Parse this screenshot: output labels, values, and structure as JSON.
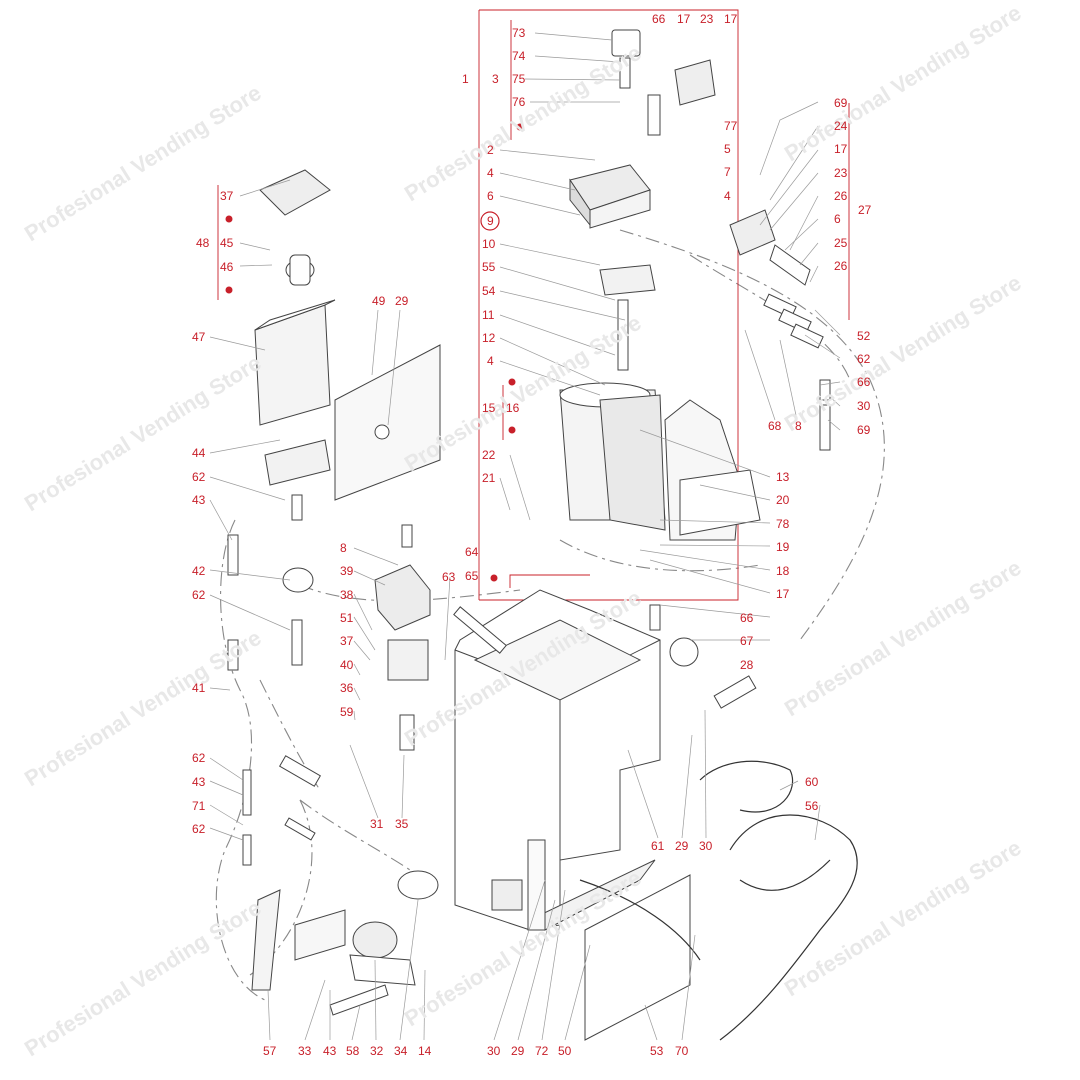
{
  "watermark": "Profesional Vending Store",
  "colors": {
    "label": "#c8202a",
    "line": "#333333",
    "leader": "#999999",
    "watermark": "#e6e6e6",
    "bracket": "#c8202a"
  },
  "labels": {
    "n73": "73",
    "n74": "74",
    "n75": "75",
    "n76": "76",
    "n66a": "66",
    "n17a": "17",
    "n23a": "23",
    "n17b": "17",
    "n1": "1",
    "n3": "3",
    "n2": "2",
    "n4a": "4",
    "n6a": "6",
    "n9": "9",
    "n10": "10",
    "n55": "55",
    "n54": "54",
    "n11": "11",
    "n12": "12",
    "n4b": "4",
    "n15": "15",
    "n16": "16",
    "n22": "22",
    "n21": "21",
    "n64": "64",
    "n65": "65",
    "n77": "77",
    "n5": "5",
    "n7": "7",
    "n4c": "4",
    "n69a": "69",
    "n24": "24",
    "n17c": "17",
    "n23b": "23",
    "n26a": "26",
    "n27": "27",
    "n6b": "6",
    "n25": "25",
    "n26b": "26",
    "n52": "52",
    "n62a": "62",
    "n66b": "66",
    "n30a": "30",
    "n69b": "69",
    "n68": "68",
    "n8a": "8",
    "n13": "13",
    "n20": "20",
    "n78": "78",
    "n19": "19",
    "n18": "18",
    "n17d": "17",
    "n66c": "66",
    "n67": "67",
    "n28": "28",
    "n37a": "37",
    "n48": "48",
    "n45": "45",
    "n46": "46",
    "n47": "47",
    "n49": "49",
    "n29a": "29",
    "n44": "44",
    "n62b": "62",
    "n43a": "43",
    "n8b": "8",
    "n42": "42",
    "n39": "39",
    "n63": "63",
    "n62c": "62",
    "n38": "38",
    "n51": "51",
    "n37b": "37",
    "n40": "40",
    "n36": "36",
    "n59": "59",
    "n41": "41",
    "n62d": "62",
    "n43b": "43",
    "n71": "71",
    "n62e": "62",
    "n31": "31",
    "n35": "35",
    "n61": "61",
    "n29b": "29",
    "n30b": "30",
    "n60": "60",
    "n56": "56",
    "n57": "57",
    "n33": "33",
    "n43c": "43",
    "n58": "58",
    "n32": "32",
    "n34": "34",
    "n14": "14",
    "n30c": "30",
    "n29c": "29",
    "n72": "72",
    "n50": "50",
    "n53": "53",
    "n70": "70"
  }
}
